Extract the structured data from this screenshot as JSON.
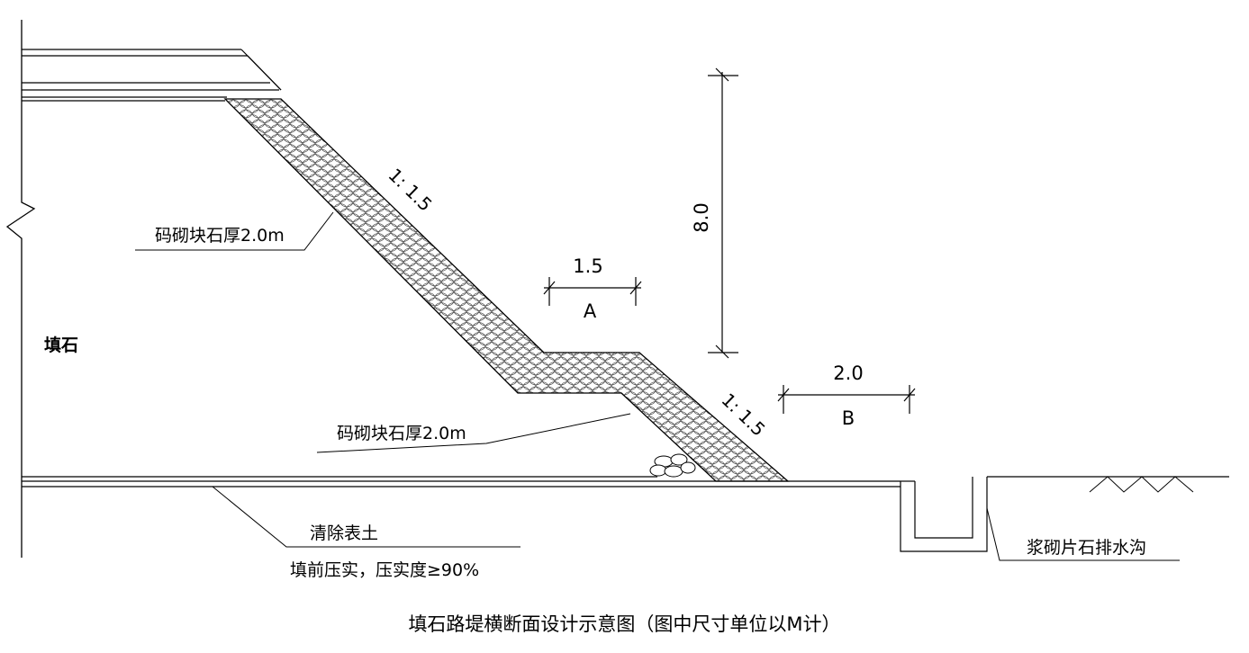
{
  "labels": {
    "fill_material": "填石",
    "masonry_upper": "码砌块石厚2.0m",
    "masonry_lower": "码砌块石厚2.0m",
    "slope_upper": "1:  1.5",
    "slope_lower": "1:  1.5",
    "clear_topsoil": "清除表土",
    "compaction": "填前压实，压实度≥90%",
    "drain_ditch": "浆砌片石排水沟"
  },
  "dimensions": {
    "height": "8.0",
    "platform_width": "1.5",
    "platform_label": "A",
    "berm_width": "2.0",
    "berm_label": "B"
  },
  "caption": "填石路堤横断面设计示意图（图中尺寸单位以M计）"
}
